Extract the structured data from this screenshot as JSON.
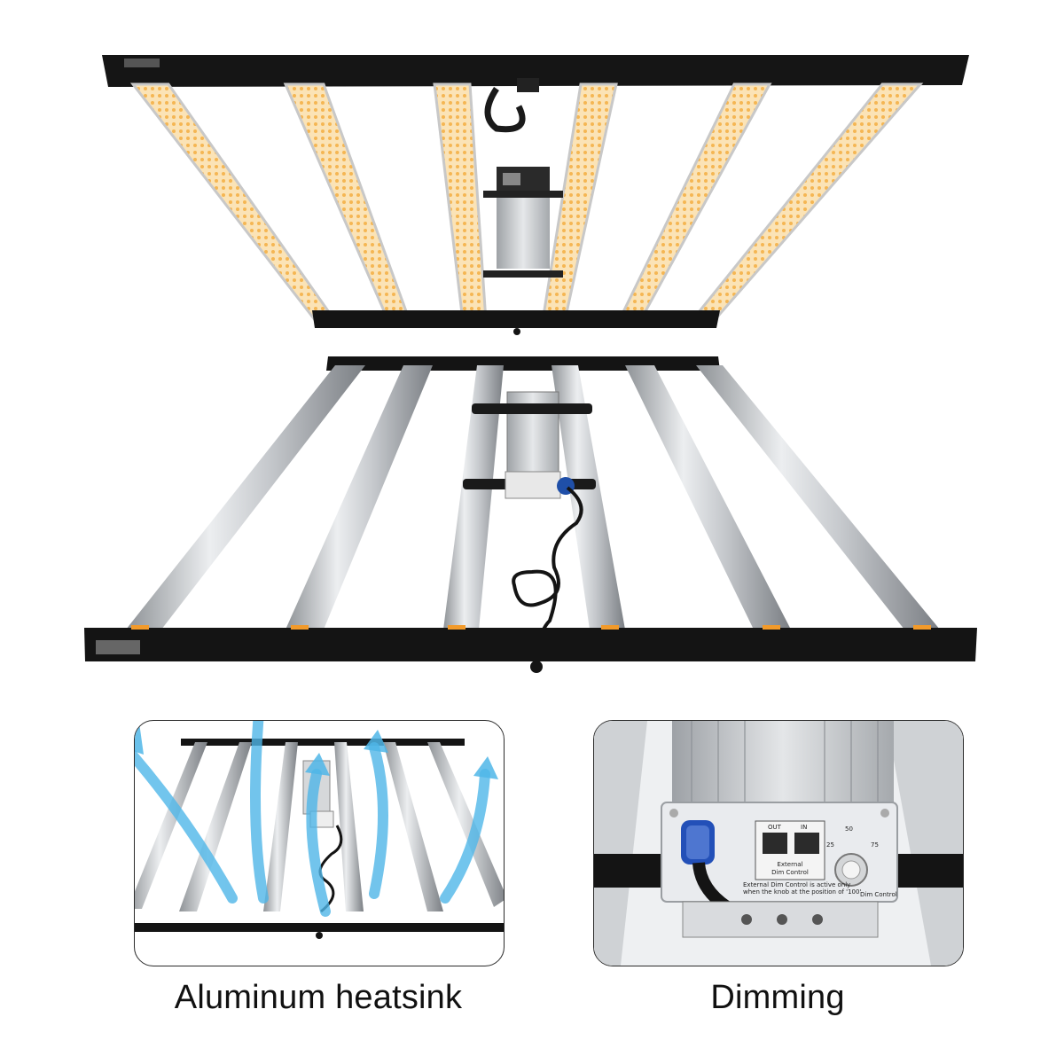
{
  "features": [
    {
      "caption": "Aluminum heatsink",
      "illustration": "airflow-arrows-over-bars"
    },
    {
      "caption": "Dimming",
      "illustration": "driver-closeup-with-dial"
    }
  ],
  "driver_panel": {
    "port_out": "OUT",
    "port_in": "IN",
    "port_title_1": "External",
    "port_title_2": "Dim Control",
    "dial_marks": [
      "25",
      "50",
      "75"
    ],
    "notice_1": "External Dim Control is active only",
    "notice_2": "when the knob at the position of '100'",
    "knob_label": "Dim Control"
  },
  "colors": {
    "led_warm": "#f2a43a",
    "led_red": "#e23a3a",
    "aluminum": "#c9ccd0",
    "frame": "#141414",
    "airflow": "#4fb6e8"
  }
}
